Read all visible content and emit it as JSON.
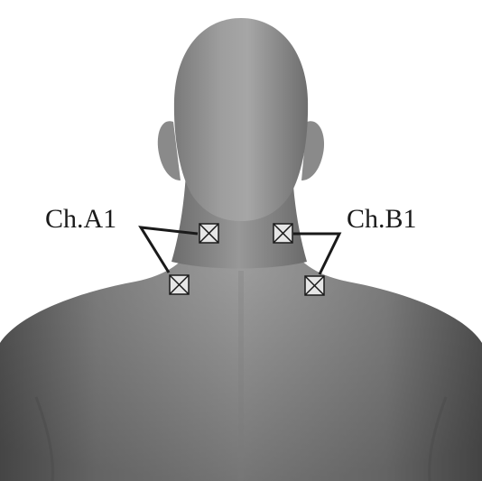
{
  "figure": {
    "channels": [
      {
        "id": "A1",
        "label": "Ch.A1",
        "side": "left-of-spine"
      },
      {
        "id": "B1",
        "label": "Ch.B1",
        "side": "right-of-spine"
      }
    ],
    "electrode_icon": "boxed-x-electrode-icon",
    "colors": {
      "background": "#ffffff",
      "skin_light": "#a4a4a4",
      "skin_dark": "#4f4f4f",
      "lead_wire": "#1a1a1a",
      "electrode_fill": "#e6e6e6"
    }
  }
}
